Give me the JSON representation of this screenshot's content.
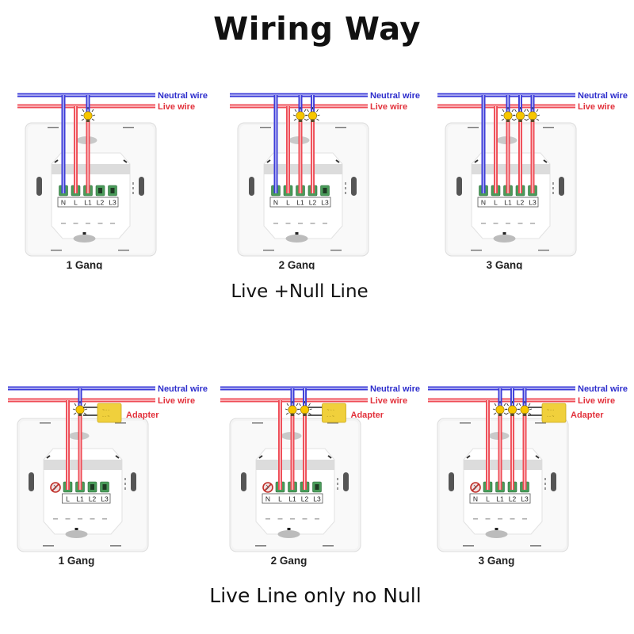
{
  "title": "Wiring Way",
  "colors": {
    "neutral": "#3b3bd9",
    "live": "#ef4b55",
    "terminal": "#4a9b5a",
    "bulb": "#f7c600",
    "adapter": "#f0d03c",
    "neutral_label": "#2c2ccc",
    "live_label": "#e2323c"
  },
  "sections": [
    {
      "caption": "Live +Null Line",
      "mode": "live_and_neutral",
      "diagrams": [
        {
          "gang_label": "1 Gang",
          "gangs": 1,
          "neutral_label": "Neutral wire",
          "live_label": "Live wire",
          "terminals": [
            "N",
            "L",
            "L1",
            "L2",
            "L3"
          ]
        },
        {
          "gang_label": "2 Gang",
          "gangs": 2,
          "neutral_label": "Neutral wire",
          "live_label": "Live wire",
          "terminals": [
            "N",
            "L",
            "L1",
            "L2",
            "L3"
          ]
        },
        {
          "gang_label": "3 Gang",
          "gangs": 3,
          "neutral_label": "Neutral wire",
          "live_label": "Live wire",
          "terminals": [
            "N",
            "L",
            "L1",
            "L2",
            "L3"
          ]
        }
      ]
    },
    {
      "caption": "Live Line only no Null",
      "mode": "live_only",
      "diagrams": [
        {
          "gang_label": "1 Gang",
          "gangs": 1,
          "neutral_label": "Neutral wire",
          "live_label": "Live wire",
          "adapter_label": "Adapter",
          "terminals": [
            "L",
            "L1",
            "L2",
            "L3"
          ]
        },
        {
          "gang_label": "2 Gang",
          "gangs": 2,
          "neutral_label": "Neutral wire",
          "live_label": "Live wire",
          "adapter_label": "Adapter",
          "terminals": [
            "N",
            "L",
            "L1",
            "L2",
            "L3"
          ]
        },
        {
          "gang_label": "3 Gang",
          "gangs": 3,
          "neutral_label": "Neutral wire",
          "live_label": "Live wire",
          "adapter_label": "Adapter",
          "terminals": [
            "N",
            "L",
            "L1",
            "L2",
            "L3"
          ]
        }
      ]
    }
  ]
}
